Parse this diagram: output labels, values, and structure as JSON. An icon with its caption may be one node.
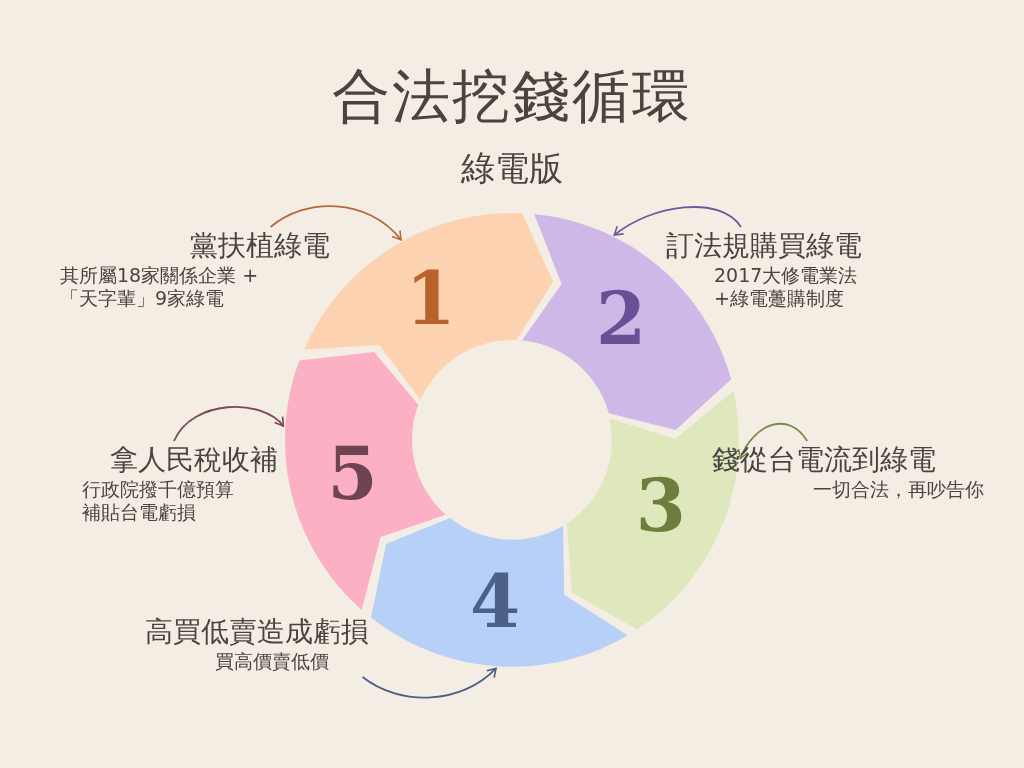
{
  "diagram": {
    "title": "合法挖錢循環",
    "nodes": [
      {
        "text": [
          "1"
        ]
      },
      {
        "text": [
          "2"
        ]
      },
      {
        "text": [
          "3"
        ]
      },
      {
        "text": [
          "4"
        ]
      },
      {
        "text": [
          "5"
        ]
      },
      {
        "text": [
          "黨扶植綠電",
          "其所屬18家關係企業 +「天字輩」9家綠電"
        ]
      },
      {
        "text": [
          "訂法規購買綠電",
          "2017大修電業法 +綠電躉購制度"
        ]
      },
      {
        "text": [
          "錢從台電流到綠電",
          "一切合法，再吵告你"
        ]
      },
      {
        "text": [
          "高買低賣造成虧損",
          "買高價賣低價"
        ]
      },
      {
        "text": [
          "拿人民稅收補",
          "行政院撥千億預算補貼台電虧損"
        ]
      }
    ],
    "edges": [
      {
        "from": 5,
        "to": 0,
        "arrow": "to",
        "color": "#b9683a"
      },
      {
        "from": 6,
        "to": 1,
        "arrow": "to",
        "color": "#6e56a0"
      },
      {
        "from": 7,
        "to": 2,
        "arrow": "to",
        "color": "#7a8a4a"
      },
      {
        "from": 8,
        "to": 3,
        "arrow": "to",
        "color": "#4a6088"
      },
      {
        "from": 9,
        "to": 4,
        "arrow": "to",
        "color": "#7a4a55"
      }
    ],
    "labels": [
      "綠電版"
    ]
  }
}
